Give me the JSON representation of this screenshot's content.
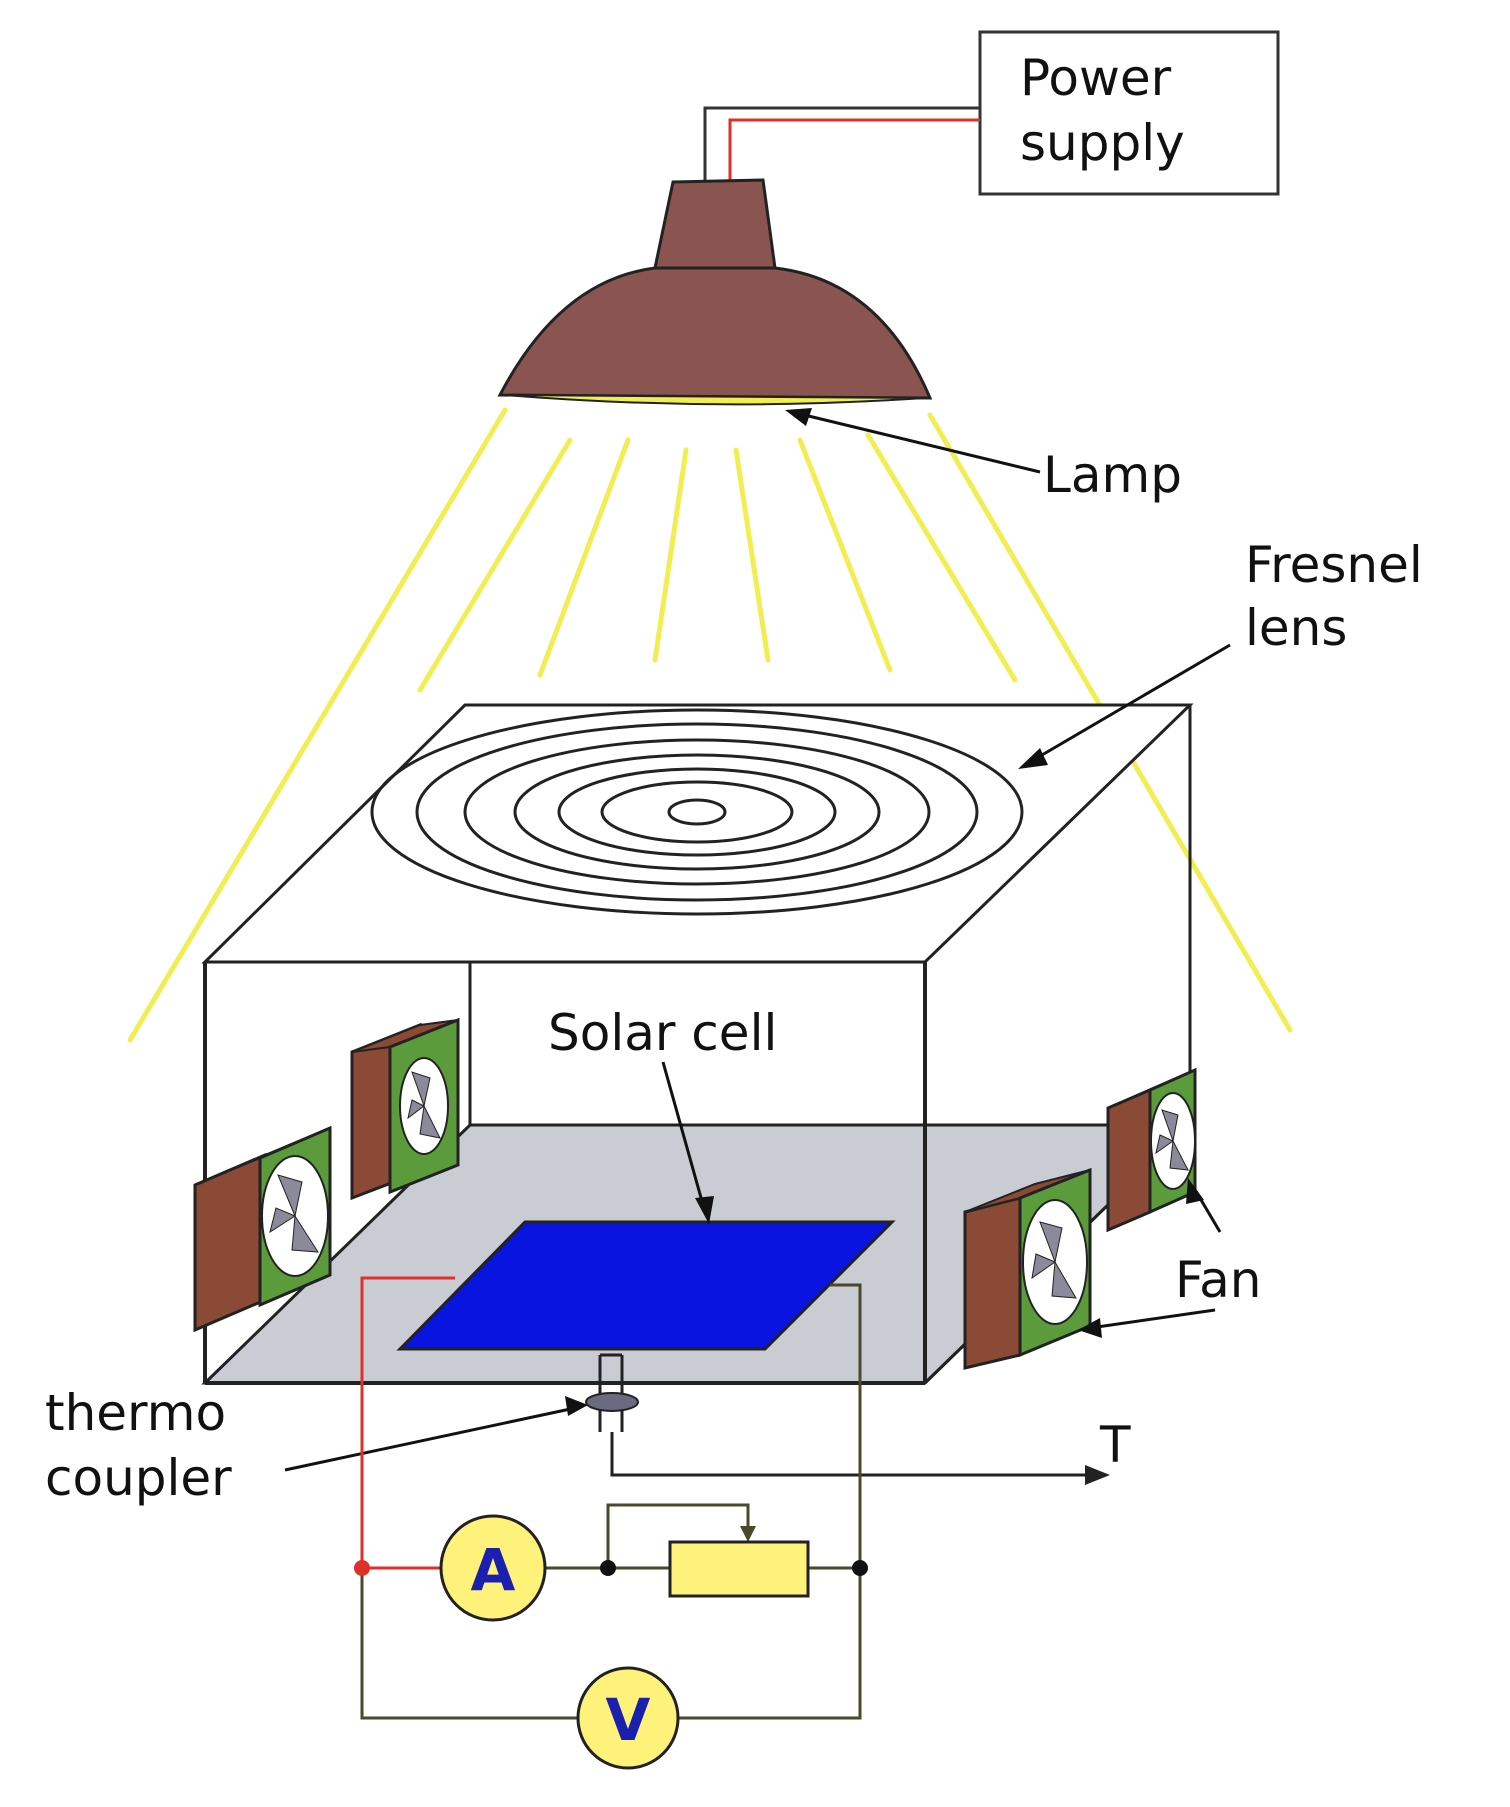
{
  "labels": {
    "power_supply": [
      "Power",
      "supply"
    ],
    "lamp": "Lamp",
    "fresnel_lens": [
      "Fresnel",
      "lens"
    ],
    "solar_cell": "Solar cell",
    "fan": "Fan",
    "thermocouple": [
      "thermo",
      "coupler"
    ],
    "temperature_output": "T",
    "ammeter": "A",
    "voltmeter": "V"
  },
  "colors": {
    "lamp_shade": "#8a5450",
    "light_rays": "#f2ee52",
    "solar_cell": "#0a14e0",
    "base_plate": "#c9ccd3",
    "fan_housing": "#8b4a36",
    "fan_face": "#5c9b3c",
    "meter_fill": "#fff27a",
    "resistor_fill": "#fff27a",
    "positive_wire": "#e0302a",
    "circuit_wire": "#4a4a2a"
  },
  "icons": {
    "lamp": "lamp-icon",
    "fan": "fan-icon",
    "ammeter": "ammeter-icon",
    "voltmeter": "voltmeter-icon",
    "rheostat": "rheostat-icon"
  }
}
